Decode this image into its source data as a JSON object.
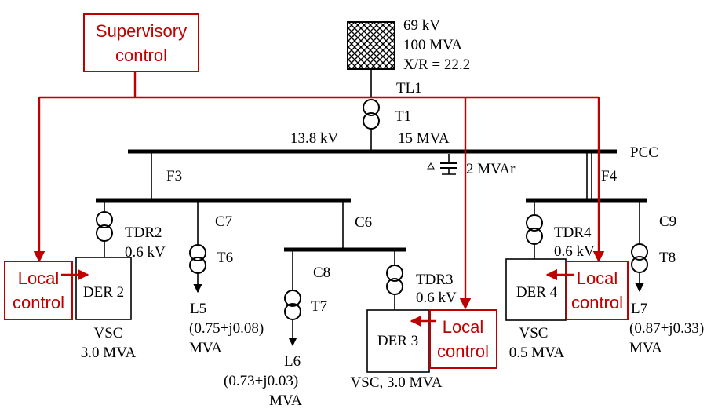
{
  "source": {
    "voltage": "69 kV",
    "capacity": "100 MVA",
    "xr_ratio": "X/R = 22.2",
    "line": "TL1"
  },
  "main_transformer": {
    "name": "T1",
    "lv_voltage": "13.8 kV",
    "rating": "15 MVA"
  },
  "pcc": {
    "label": "PCC"
  },
  "capacitor": {
    "rating": "2 MVAr"
  },
  "feeders": {
    "f3": "F3",
    "f4": "F4",
    "c6": "C6",
    "c7": "C7",
    "c8": "C8",
    "c9": "C9"
  },
  "transformers": {
    "tdr2": {
      "name": "TDR2",
      "voltage": "0.6 kV"
    },
    "tdr3": {
      "name": "TDR3",
      "voltage": "0.6 kV"
    },
    "tdr4": {
      "name": "TDR4",
      "voltage": "0.6 kV"
    },
    "t6": "T6",
    "t7": "T7",
    "t8": "T8"
  },
  "ders": {
    "der2": {
      "name": "DER 2",
      "type": "VSC",
      "rating": "3.0 MVA"
    },
    "der3": {
      "name": "DER 3",
      "type_rating": "VSC, 3.0 MVA"
    },
    "der4": {
      "name": "DER 4",
      "type": "VSC",
      "rating": "0.5 MVA"
    }
  },
  "loads": {
    "l5": {
      "name": "L5",
      "value": "(0.75+j0.08)",
      "unit": "MVA"
    },
    "l6": {
      "name": "L6",
      "value": "(0.73+j0.03)",
      "unit": "MVA"
    },
    "l7": {
      "name": "L7",
      "value": "(0.87+j0.33)",
      "unit": "MVA"
    }
  },
  "controls": {
    "supervisory": [
      "Supervisory",
      "control"
    ],
    "local": [
      "Local",
      "control"
    ]
  },
  "colors": {
    "control": "#c00000",
    "line": "#000000"
  }
}
